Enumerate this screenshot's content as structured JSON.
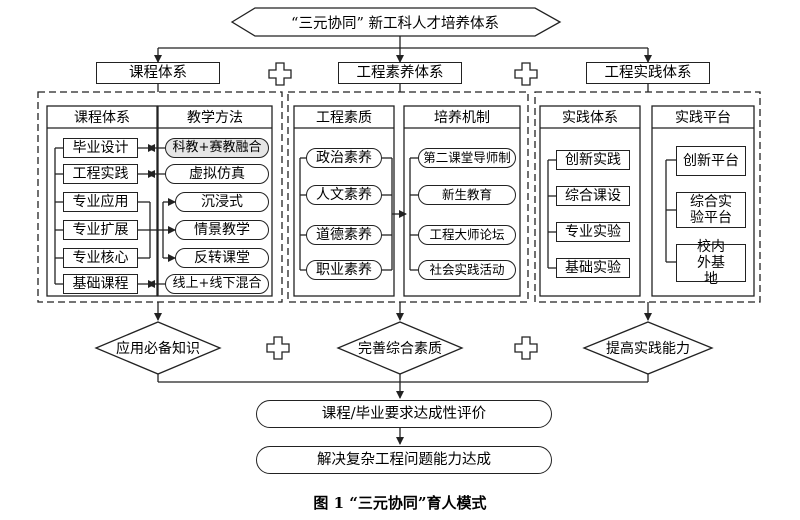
{
  "top_title": "“三元协同” 新工科人才培养体系",
  "systems": [
    {
      "title": "课程体系"
    },
    {
      "title": "工程素养体系"
    },
    {
      "title": "工程实践体系"
    }
  ],
  "course": {
    "left_header": "课程体系",
    "right_header": "教学方法",
    "items": [
      "毕业设计",
      "工程实践",
      "专业应用",
      "专业扩展",
      "专业核心",
      "基础课程"
    ],
    "methods": [
      "科教+赛教融合",
      "虚拟仿真",
      "沉浸式",
      "情景教学",
      "反转课堂",
      "线上+线下混合"
    ]
  },
  "literacy": {
    "left_header": "工程素质",
    "right_header": "培养机制",
    "qualities": [
      "政治素养",
      "人文素养",
      "道德素养",
      "职业素养"
    ],
    "mechanisms": [
      "第二课堂导师制",
      "新生教育",
      "工程大师论坛",
      "社会实践活动"
    ]
  },
  "practice": {
    "left_header": "实践体系",
    "right_header": "实践平台",
    "items": [
      "创新实践",
      "综合课设",
      "专业实验",
      "基础实验"
    ],
    "platforms": [
      "创新平台",
      "综合实验平台",
      "校内外基地"
    ]
  },
  "outcomes": [
    "应用必备知识",
    "完善综合素质",
    "提高实践能力"
  ],
  "evaluation": "课程/毕业要求达成性评价",
  "goal": "解决复杂工程问题能力达成",
  "caption": "图 1   “三元协同”育人模式"
}
